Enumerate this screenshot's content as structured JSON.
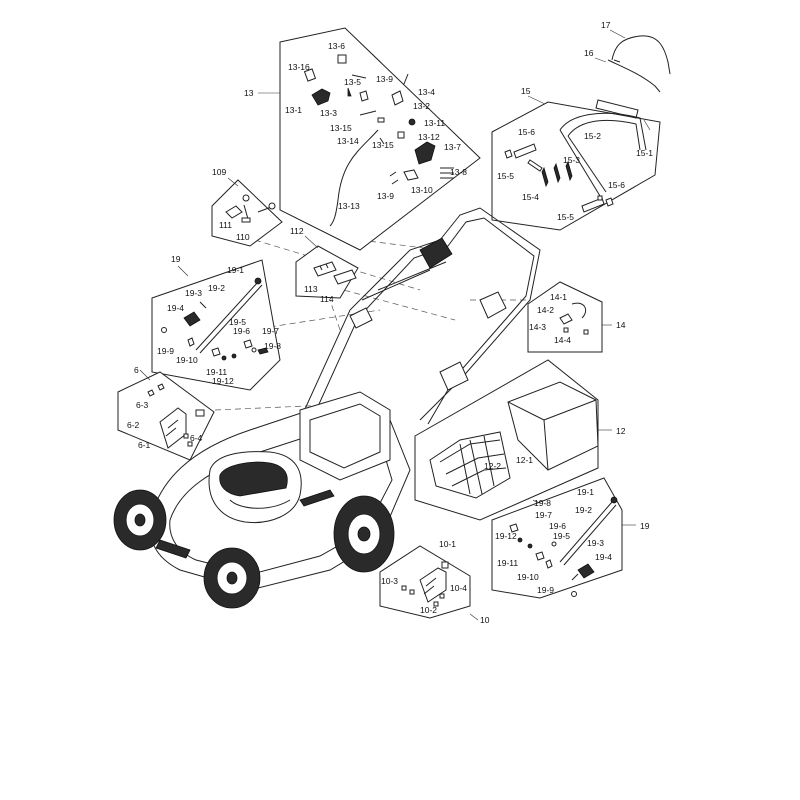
{
  "labels": {
    "g13": "13",
    "c13_6": "13-6",
    "c13_16": "13-16",
    "c13_9a": "13-9",
    "c13_5": "13-5",
    "c13_4": "13-4",
    "c13_1": "13-1",
    "c13_2": "13-2",
    "c13_3": "13-3",
    "c13_11": "13-11",
    "c13_15a": "13-15",
    "c13_12": "13-12",
    "c13_14": "13-14",
    "c13_15b": "13-15",
    "c13_7": "13-7",
    "c13_8": "13-8",
    "c13_10": "13-10",
    "c13_9b": "13-9",
    "c13_13": "13-13",
    "g17": "17",
    "g16": "16",
    "g15": "15",
    "c15_6a": "15-6",
    "c15_2": "15-2",
    "c15_1": "15-1",
    "c15_3": "15-3",
    "c15_5a": "15-5",
    "c15_6b": "15-6",
    "c15_4": "15-4",
    "c15_5b": "15-5",
    "g109": "109",
    "c111": "111",
    "c110": "110",
    "g112": "112",
    "c113": "113",
    "c114": "114",
    "g19a": "19",
    "a19_1": "19-1",
    "a19_3": "19-3",
    "a19_2": "19-2",
    "a19_4": "19-4",
    "a19_5": "19-5",
    "a19_6": "19-6",
    "a19_7": "19-7",
    "a19_9": "19-9",
    "a19_10": "19-10",
    "a19_8": "19-8",
    "a19_11": "19-11",
    "a19_12": "19-12",
    "g6": "6",
    "c6_3": "6-3",
    "c6_2": "6-2",
    "c6_1": "6-1",
    "c6_4": "6-4",
    "g14": "14",
    "c14_1": "14-1",
    "c14_2": "14-2",
    "c14_3": "14-3",
    "c14_4": "14-4",
    "g12": "12",
    "c12_2": "12-2",
    "c12_1": "12-1",
    "g19b": "19",
    "b19_1": "19-1",
    "b19_8": "19-8",
    "b19_2": "19-2",
    "b19_7": "19-7",
    "b19_12": "19-12",
    "b19_6": "19-6",
    "b19_5": "19-5",
    "b19_3": "19-3",
    "b19_4": "19-4",
    "b19_11": "19-11",
    "b19_10": "19-10",
    "b19_9": "19-9",
    "g10": "10",
    "c10_1": "10-1",
    "c10_3": "10-3",
    "c10_4": "10-4",
    "c10_2": "10-2"
  }
}
